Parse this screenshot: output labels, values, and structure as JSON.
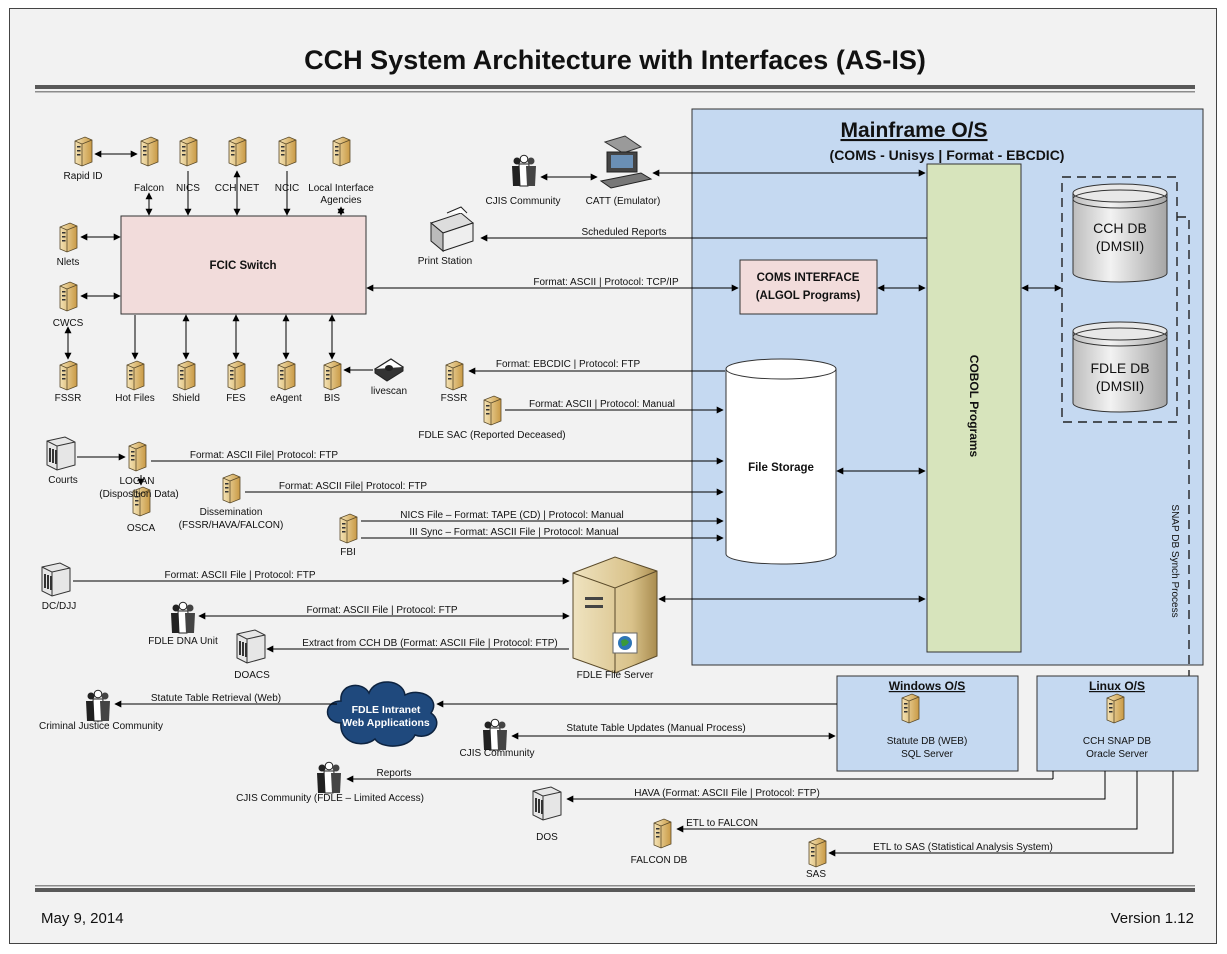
{
  "title": "CCH System Architecture with Interfaces (AS-IS)",
  "footer": {
    "date": "May 9, 2014",
    "version": "Version 1.12"
  },
  "mainframe": {
    "title": "Mainframe O/S",
    "subtitle": "(COMS - Unisys | Format - EBCDIC)",
    "cobol": "COBOL Programs",
    "coms_interface": [
      "COMS INTERFACE",
      "(ALGOL Programs)"
    ],
    "file_storage": "File Storage",
    "cch_db": [
      "CCH DB",
      "(DMSII)"
    ],
    "fdle_db": [
      "FDLE DB",
      "(DMSII)"
    ],
    "snap_sync": "SNAP DB Synch Process"
  },
  "fcic_switch": "FCIC Switch",
  "nodes": {
    "rapid_id": "Rapid ID",
    "falcon": "Falcon",
    "nics": "NICS",
    "cch_net": "CCH NET",
    "ncic": "NCIC",
    "local_interface": [
      "Local Interface",
      "Agencies"
    ],
    "nlets": "Nlets",
    "cwcs": "CWCS",
    "fssr_left": "FSSR",
    "hot_files": "Hot Files",
    "shield": "Shield",
    "fes": "FES",
    "eagent": "eAgent",
    "bis": "BIS",
    "livescan": "livescan",
    "cjis_community_top": "CJIS Community",
    "catt": "CATT (Emulator)",
    "print_station": "Print Station",
    "fssr_mid": "FSSR",
    "fdle_sac": "FDLE SAC (Reported Deceased)",
    "courts": "Courts",
    "logan": [
      "LOGAN",
      "(Disposition Data)"
    ],
    "osca": "OSCA",
    "dissemination": [
      "Dissemination",
      "(FSSR/HAVA/FALCON)"
    ],
    "fbi": "FBI",
    "dc_djj": "DC/DJJ",
    "fdle_dna": "FDLE DNA Unit",
    "doacs": "DOACS",
    "fdle_file_server": "FDLE File Server",
    "intranet": [
      "FDLE Intranet",
      "Web Applications"
    ],
    "cj_community": "Criminal Justice Community",
    "cjis_community_mid": "CJIS Community",
    "cjis_limited": "CJIS Community (FDLE – Limited Access)",
    "dos": "DOS",
    "falcon_db": "FALCON DB",
    "sas": "SAS"
  },
  "windows_box": {
    "title": "Windows O/S",
    "lines": [
      "Statute DB (WEB)",
      "SQL Server"
    ]
  },
  "linux_box": {
    "title": "Linux O/S",
    "lines": [
      "CCH SNAP DB",
      "Oracle Server"
    ]
  },
  "flows": {
    "scheduled_reports": "Scheduled Reports",
    "fcic_coms": "Format: ASCII | Protocol: TCP/IP",
    "ebcdic_ftp": "Format: EBCDIC |  Protocol: FTP",
    "sac_manual": "Format: ASCII | Protocol: Manual",
    "logan_ftp": "Format: ASCII File| Protocol: FTP",
    "dissem_ftp": "Format: ASCII File| Protocol: FTP",
    "nics_tape": "NICS File – Format: TAPE (CD) |  Protocol: Manual",
    "iii_sync": "III Sync – Format: ASCII File | Protocol: Manual",
    "dcdjj_ftp": "Format: ASCII File | Protocol: FTP",
    "dna_ftp": "Format: ASCII File  |  Protocol: FTP",
    "doacs_extract": "Extract from CCH DB (Format: ASCII File | Protocol: FTP)",
    "statute_retrieval": "Statute Table Retrieval (Web)",
    "statute_updates": "Statute Table Updates (Manual Process)",
    "reports": "Reports",
    "hava": "HAVA (Format: ASCII File | Protocol: FTP)",
    "etl_falcon": "ETL to FALCON",
    "etl_sas": "ETL to SAS (Statistical Analysis System)"
  },
  "colors": {
    "mainframe_fill": "#c5d9f1",
    "cobol_fill": "#d7e4bc",
    "fcic_fill": "#f2dcdb",
    "server_fill": "#e8cc8a",
    "cloud_fill": "#1f497d"
  }
}
